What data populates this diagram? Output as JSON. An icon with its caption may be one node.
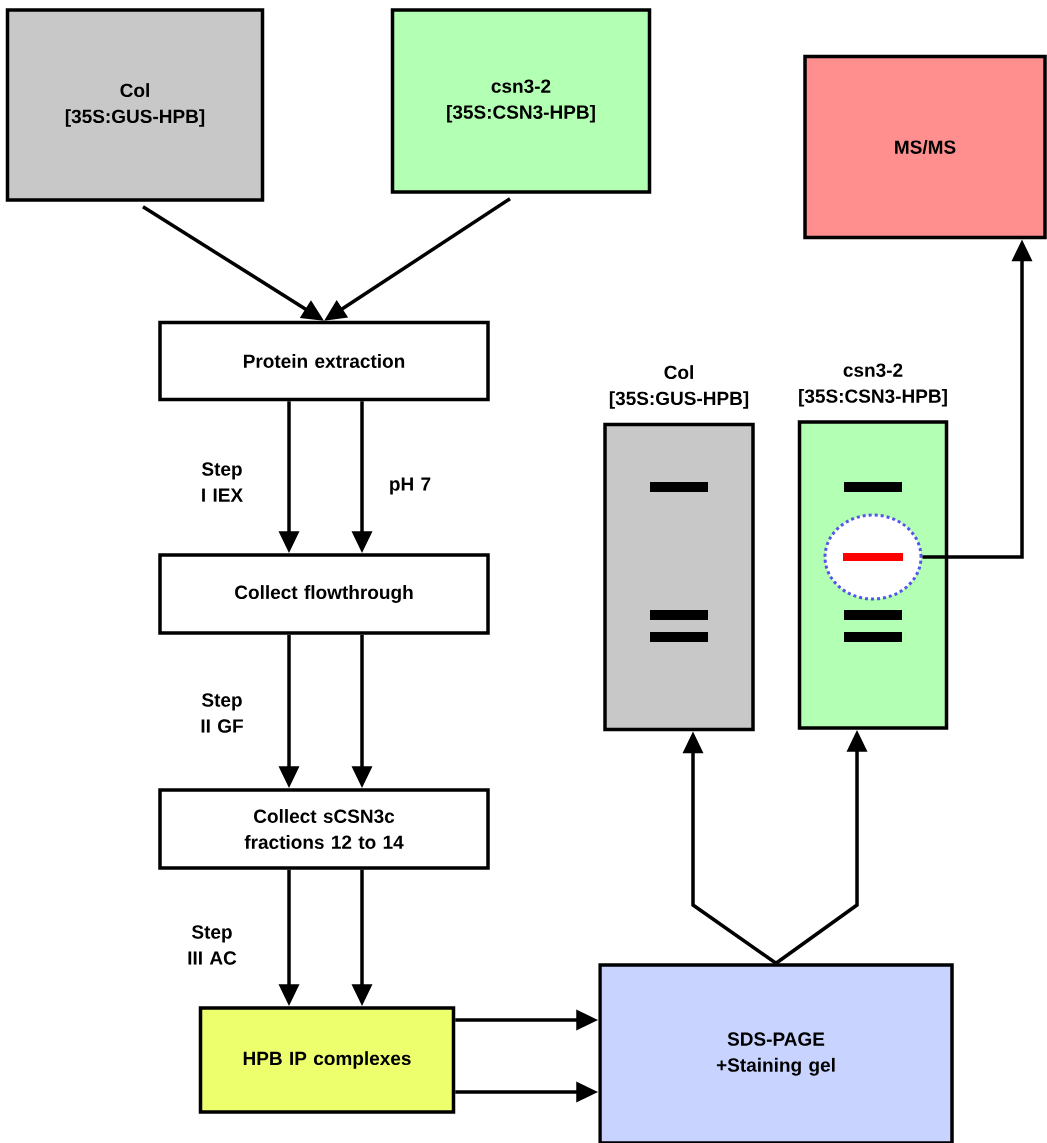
{
  "diagram": {
    "nodes": [
      {
        "text": [
          "Col [35S:GUS-HPB]"
        ]
      },
      {
        "text": [
          "csn3-2 [35S:CSN3-HPB]"
        ]
      },
      {
        "text": [
          "MS/MS"
        ]
      },
      {
        "text": [
          "Protein extraction"
        ]
      },
      {
        "text": [
          "Collect flowthrough"
        ]
      },
      {
        "text": [
          "Collect sCSN3c fractions 12 to 14"
        ]
      },
      {
        "text": [
          "HPB IP complexes"
        ]
      },
      {
        "text": [
          "SDS-PAGE +Staining gel"
        ]
      },
      {
        "text": [
          "Col [35S:GUS-HPB]"
        ]
      },
      {
        "text": [
          "csn3-2 [35S:CSN3-HPB]"
        ]
      },
      {
        "text": [],
        "shape": "circle",
        "in": 9
      }
    ],
    "edges": [
      {
        "from": 0,
        "to": 3,
        "arrow": "to"
      },
      {
        "from": 1,
        "to": 3,
        "arrow": "to"
      },
      {
        "from": 3,
        "to": 4,
        "arrow": "to",
        "label": "Step I IEX"
      },
      {
        "from": 3,
        "to": 4,
        "arrow": "to",
        "label": "pH 7"
      },
      {
        "from": 4,
        "to": 5,
        "arrow": "to",
        "label": "Step II GF"
      },
      {
        "from": 4,
        "to": 5,
        "arrow": "to"
      },
      {
        "from": 5,
        "to": 6,
        "arrow": "to",
        "label": "Step III AC"
      },
      {
        "from": 5,
        "to": 6,
        "arrow": "to"
      },
      {
        "from": 6,
        "to": 7,
        "arrow": "to"
      },
      {
        "from": 6,
        "to": 7,
        "arrow": "to"
      },
      {
        "from": 7,
        "to": 8,
        "arrow": "to"
      },
      {
        "from": 7,
        "to": 9,
        "arrow": "to"
      },
      {
        "from": 10,
        "to": 2,
        "arrow": "to"
      }
    ]
  }
}
